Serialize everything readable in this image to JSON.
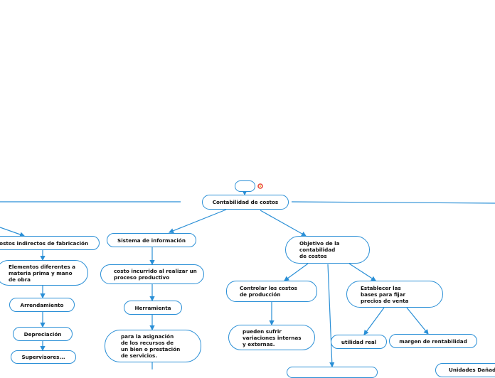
{
  "diagram": {
    "root": "",
    "main": "Contabilidad de costos",
    "left_branch": {
      "title": "Costos indirectos de fabricación",
      "items": [
        "Elementos diferentes a materia prima y mano de obra",
        "Arrendamiento",
        "Depreciación",
        "Supervisores..."
      ]
    },
    "middle_branch": {
      "title": "Sistema de información",
      "items": [
        "costo incurrido al realizar un proceso productivo",
        "Herramienta",
        "para la asignación de los recursos de un bien o prestación de servicios."
      ]
    },
    "right_branch": {
      "title": "Objetivo de la contabilidad de costos",
      "control": "Controlar los costos de producción",
      "variations": "pueden sufrir variaciones internas y externas.",
      "prices": "Establecer las bases para fijar precios de venta",
      "profit": "utilidad real",
      "margin": "margen de rentabilidad",
      "units": "Unidades Dañadas"
    },
    "colors": {
      "line": "#2a8fd6",
      "badge": "#e8473c"
    }
  }
}
